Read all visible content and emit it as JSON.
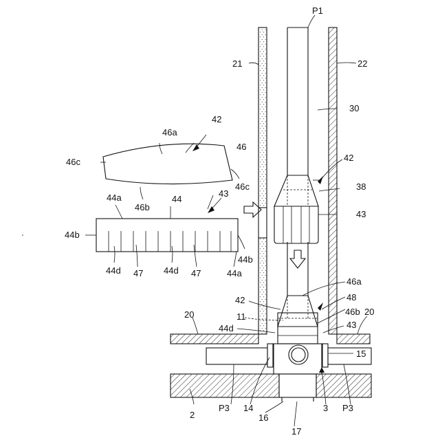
{
  "figure": {
    "labels": {
      "p1": "P1",
      "n21": "21",
      "n22": "22",
      "n30": "30",
      "n42_top": "42",
      "n46a_top": "46a",
      "n46": "46",
      "n46c_left": "46c",
      "n46c_right": "46c",
      "n46b_top": "46b",
      "n43_left": "43",
      "n44a_top": "44a",
      "n44": "44",
      "n44b_left": "44b",
      "n44b_right": "44b",
      "n44d_left": "44d",
      "n47_left": "47",
      "n44d_mid": "44d",
      "n47_mid": "47",
      "n44a_bottom": "44a",
      "n42_right": "42",
      "n38": "38",
      "n43_right": "43",
      "n46a_bottom": "46a",
      "n42_bottom": "42",
      "n48": "48",
      "n11": "11",
      "n46b_bottom": "46b",
      "n20_left": "20",
      "n20_right": "20",
      "n44d_bottom": "44d",
      "n43_bottom": "43",
      "n15": "15",
      "n2": "2",
      "p3_left": "P3",
      "n14": "14",
      "n16": "16",
      "n3": "3",
      "p3_right": "P3",
      "n17": "17"
    }
  }
}
